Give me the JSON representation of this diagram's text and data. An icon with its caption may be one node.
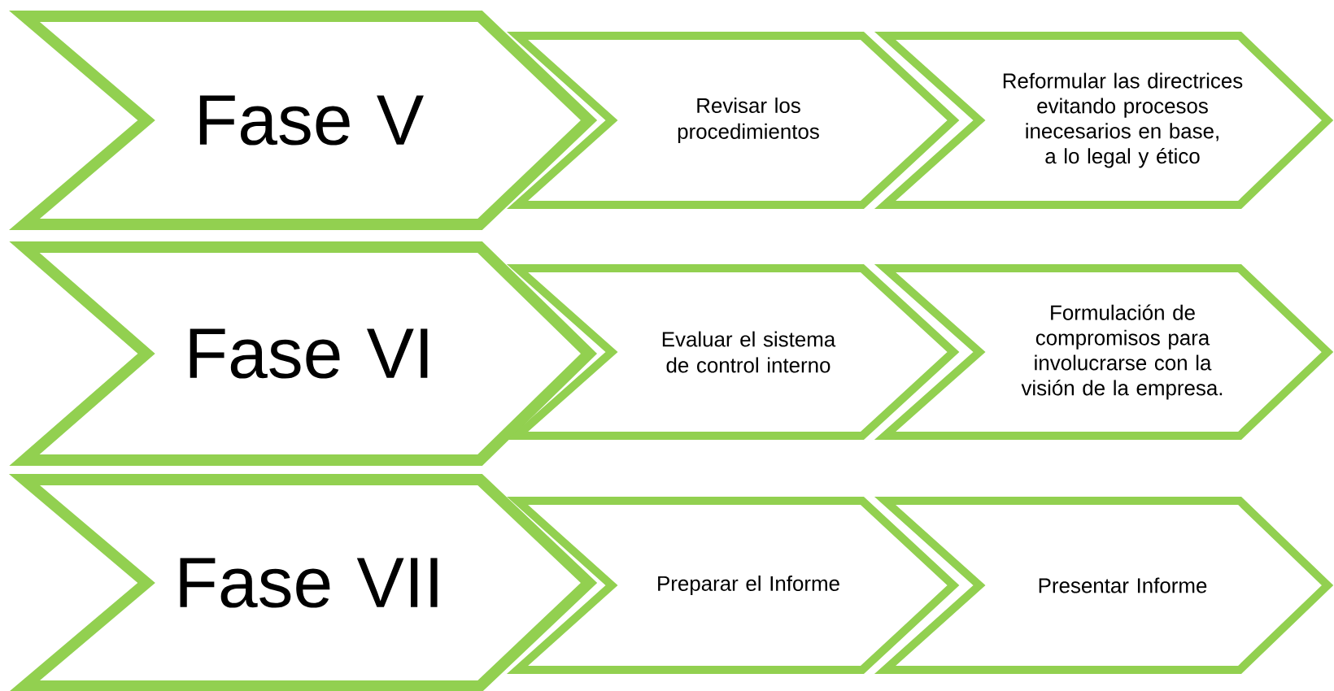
{
  "diagram": {
    "nodes": [
      {
        "text": [
          "Fase V"
        ]
      },
      {
        "text": [
          "Revisar los procedimientos"
        ]
      },
      {
        "text": [
          "Reformular las directrices evitando procesos inecesarios en base, a lo legal y ético"
        ]
      },
      {
        "text": [
          "Fase VI"
        ]
      },
      {
        "text": [
          "Evaluar el sistema de control interno"
        ]
      },
      {
        "text": [
          "Formulación de compromisos para involucrarse con la visión de la empresa."
        ]
      },
      {
        "text": [
          "Fase VII"
        ]
      },
      {
        "text": [
          "Preparar el Informe"
        ]
      },
      {
        "text": [
          "Presentar Informe"
        ]
      }
    ]
  }
}
